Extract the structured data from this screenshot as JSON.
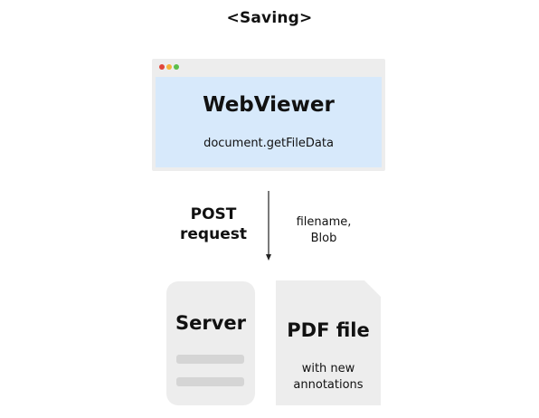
{
  "title": "<Saving>",
  "webviewer": {
    "title": "WebViewer",
    "method": "document.getFileData",
    "window_dots": [
      "#e0463a",
      "#f4b53b",
      "#5cbf4a"
    ]
  },
  "arrow": {
    "label_line1": "POST",
    "label_line2": "request",
    "payload_line1": "filename,",
    "payload_line2": "Blob"
  },
  "server": {
    "label": "Server"
  },
  "pdf_file": {
    "label": "PDF file",
    "desc_line1": "with new",
    "desc_line2": "annotations"
  },
  "colors": {
    "card_gray": "#ededed",
    "viewer_blue": "#d7e9fb",
    "bar_gray": "#d5d5d5"
  }
}
